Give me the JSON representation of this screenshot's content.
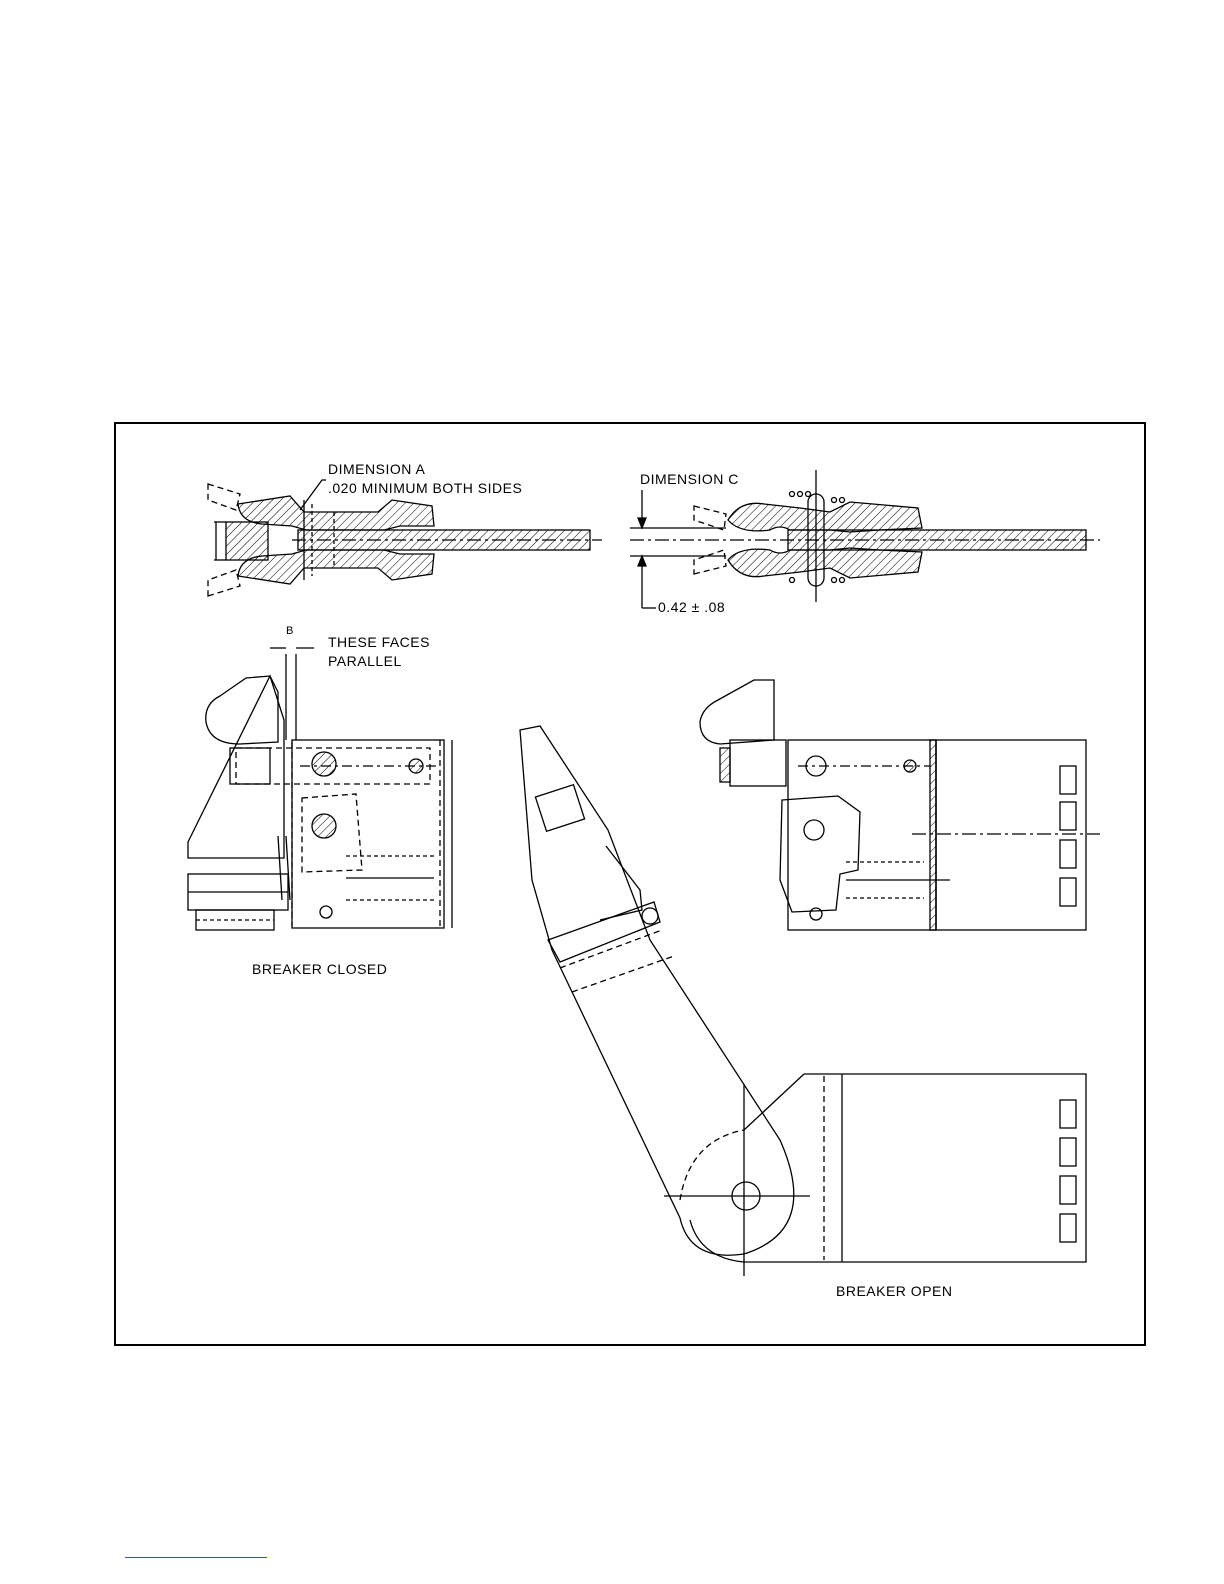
{
  "labels": {
    "dimension_a": "DIMENSION A",
    "dimension_a_note": ".020 MINIMUM BOTH SIDES",
    "dimension_c": "DIMENSION C",
    "dimension_c_value": "0.42 ± .08",
    "dimension_b": "B",
    "faces_line1": "THESE FACES",
    "faces_line2": "PARALLEL",
    "breaker_closed": "BREAKER CLOSED",
    "breaker_open": "BREAKER OPEN"
  }
}
